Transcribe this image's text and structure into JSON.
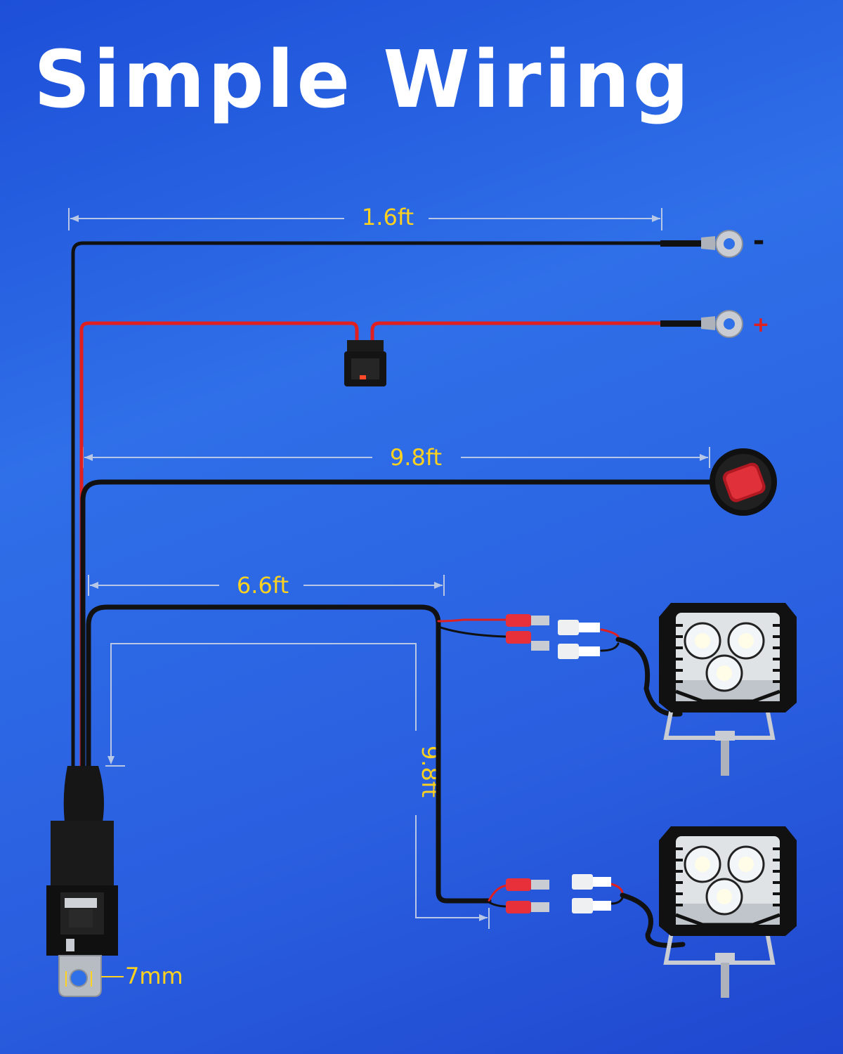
{
  "title": "Simple Wiring",
  "terminals": {
    "negative_sign": "-",
    "positive_sign": "+"
  },
  "dimensions": {
    "battery_wire_length": "1.6ft",
    "switch_wire_length": "9.8ft",
    "light1_wire_length": "6.6ft",
    "light2_wire_length": "9.8ft",
    "relay_hole_size": "7mm"
  },
  "colors": {
    "background": "#2a5fe0",
    "title": "#ffffff",
    "dimension_text": "#ffd21f",
    "wire_black": "#111111",
    "wire_red": "#e02020",
    "connector_red": "#e8303a",
    "positive_sign": "#e02020"
  }
}
